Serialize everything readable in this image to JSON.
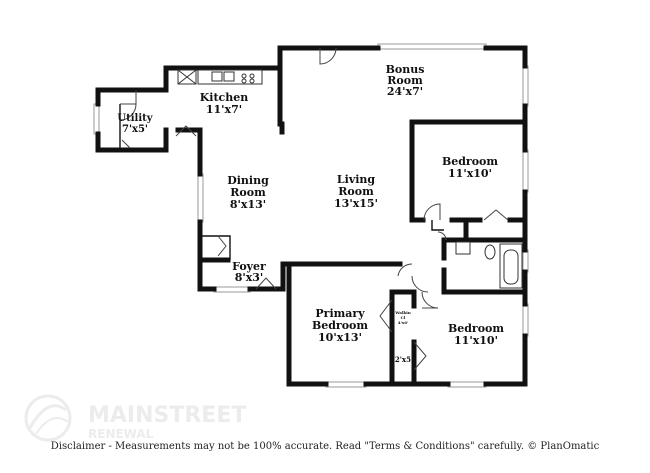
{
  "rooms": {
    "bonus": {
      "name": "Bonus",
      "name2": "Room",
      "dims": "24'x7'"
    },
    "kitchen": {
      "name": "Kitchen",
      "dims": "11'x7'"
    },
    "utility": {
      "name": "Utility",
      "dims": "7'x5'"
    },
    "dining": {
      "name": "Dining",
      "name2": "Room",
      "dims": "8'x13'"
    },
    "living": {
      "name": "Living",
      "name2": "Room",
      "dims": "13'x15'"
    },
    "bedroom_ne": {
      "name": "Bedroom",
      "dims": "11'x10'"
    },
    "foyer": {
      "name": "Foyer",
      "dims": "8'x3'"
    },
    "primary": {
      "name": "Primary",
      "name2": "Bedroom",
      "dims": "10'x13'"
    },
    "bedroom_se": {
      "name": "Bedroom",
      "dims": "11'x10'"
    },
    "closet": {
      "dims": "2'x5'"
    },
    "walkin": {
      "name": "Walkin",
      "name2": "Cl",
      "dims": "4'x6'"
    }
  },
  "watermark": {
    "brand": "MAINSTREET",
    "sub": "RENEWAL",
    "icon": "mainstreet-logo-icon"
  },
  "disclaimer": "Disclaimer - Measurements may not be 100% accurate. Read \"Terms & Conditions\" carefully. © PlanOmatic",
  "colors": {
    "wall": "#111111",
    "watermark": "#ececec"
  }
}
